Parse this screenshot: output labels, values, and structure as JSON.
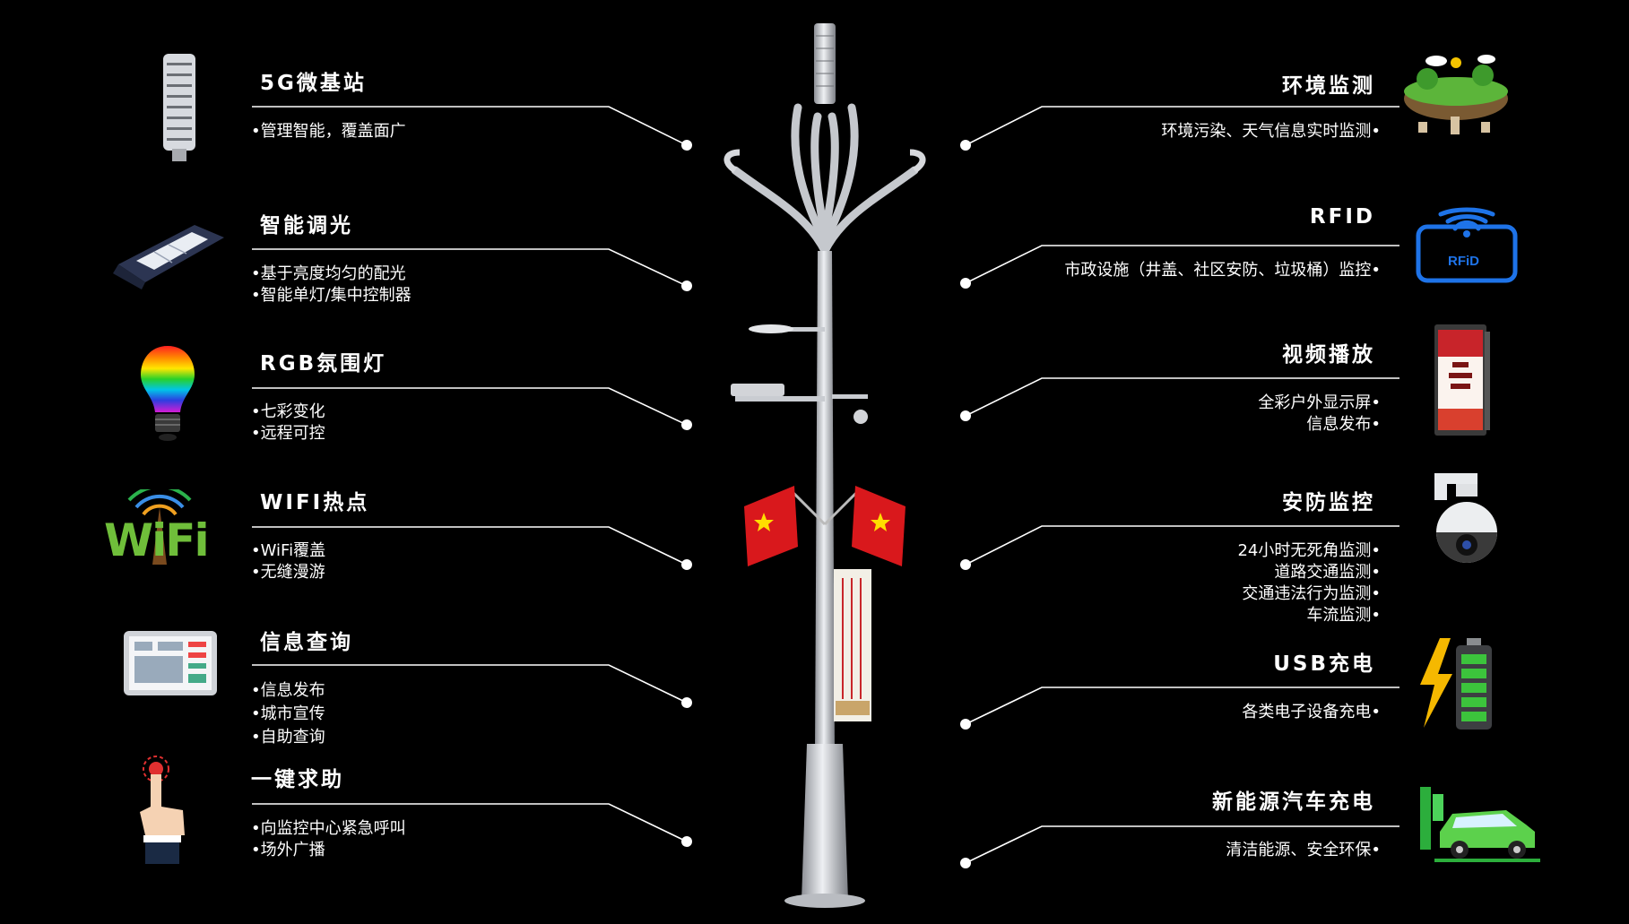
{
  "left_features": [
    {
      "title": "5G微基站",
      "lines": [
        "•管理智能，覆盖面广"
      ],
      "icon": "antenna-icon"
    },
    {
      "title": "智能调光",
      "lines": [
        "•基于亮度均匀的配光",
        "•智能单灯/集中控制器"
      ],
      "icon": "street-lamp-icon"
    },
    {
      "title": "RGB氛围灯",
      "lines": [
        "•七彩变化",
        "•远程可控"
      ],
      "icon": "rainbow-bulb-icon"
    },
    {
      "title": "WIFI热点",
      "lines": [
        "•WiFi覆盖",
        "•无缝漫游"
      ],
      "icon": "wifi-icon",
      "icon_text": "WiFi"
    },
    {
      "title": "信息查询",
      "lines": [
        "•信息发布",
        "•城市宣传",
        "•自助查询"
      ],
      "icon": "tablet-icon"
    },
    {
      "title": "一键求助",
      "lines": [
        "•向监控中心紧急呼叫",
        "•场外广播"
      ],
      "icon": "hand-press-icon"
    }
  ],
  "right_features": [
    {
      "title": "环境监测",
      "lines": [
        "环境污染、天气信息实时监测•"
      ],
      "icon": "environment-icon"
    },
    {
      "title": "RFID",
      "lines": [
        "市政设施（井盖、社区安防、垃圾桶）监控•"
      ],
      "icon": "rfid-icon",
      "icon_text": "RFiD"
    },
    {
      "title": "视频播放",
      "lines": [
        "全彩户外显示屏•",
        "信息发布•"
      ],
      "icon": "display-screen-icon"
    },
    {
      "title": "安防监控",
      "lines": [
        "24小时无死角监测•",
        "道路交通监测•",
        "交通违法行为监测•",
        "车流监测•"
      ],
      "icon": "security-camera-icon"
    },
    {
      "title": "USB充电",
      "lines": [
        "各类电子设备充电•"
      ],
      "icon": "battery-charge-icon"
    },
    {
      "title": "新能源汽车充电",
      "lines": [
        "清洁能源、安全环保•"
      ],
      "icon": "ev-charging-icon"
    }
  ],
  "colors": {
    "background": "#000000",
    "text": "#ffffff",
    "pole": "#c9ccd1",
    "rfid_blue": "#1e73e8",
    "flag_red": "#d9181c",
    "battery_green": "#3cc43c",
    "bolt_yellow": "#f5b800"
  }
}
